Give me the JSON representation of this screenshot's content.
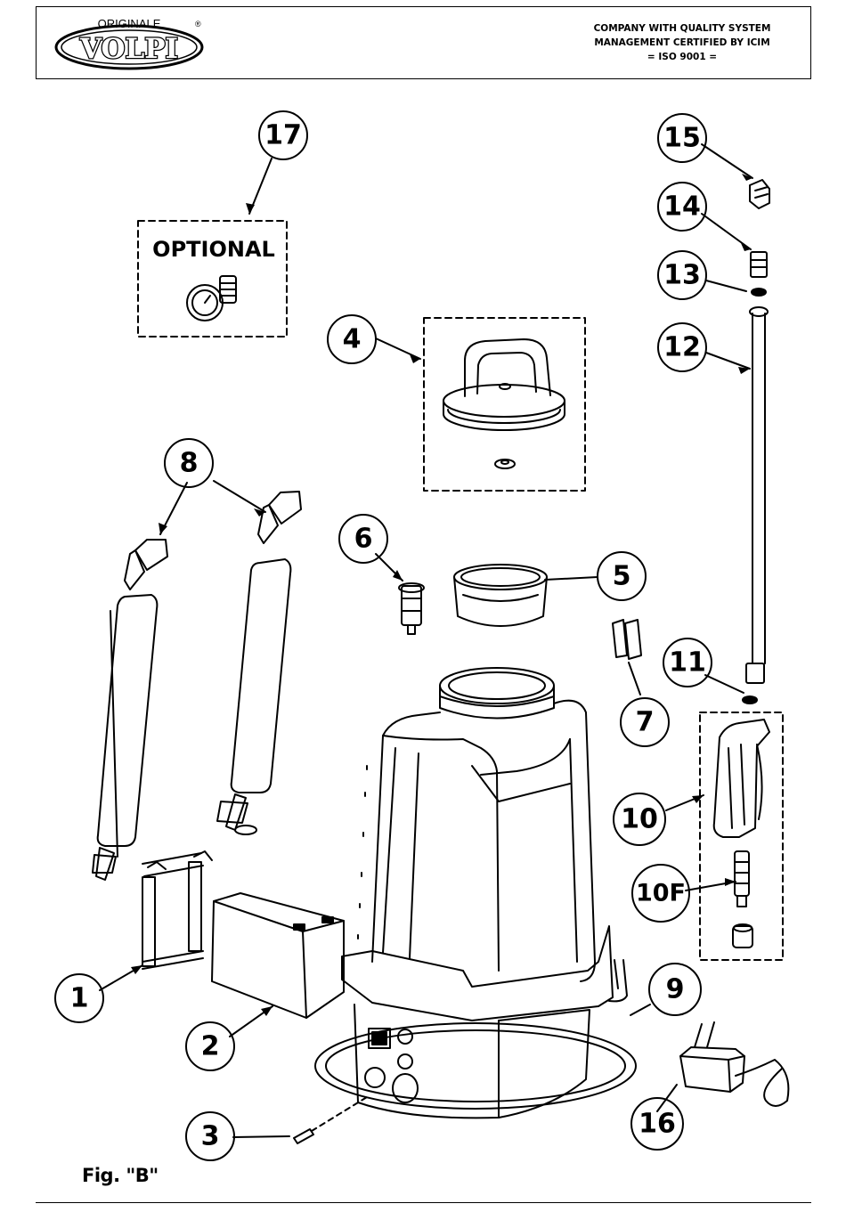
{
  "header": {
    "logo": {
      "top_word": "ORIGINALE",
      "brand": "VOLPI",
      "registered": "®"
    },
    "certification": [
      "COMPANY WITH QUALITY SYSTEM",
      "MANAGEMENT CERTIFIED BY ICIM",
      "= ISO 9001 ="
    ]
  },
  "diagram": {
    "optional_label": "OPTIONAL",
    "callouts": [
      "17",
      "15",
      "14",
      "13",
      "12",
      "4",
      "8",
      "6",
      "5",
      "11",
      "7",
      "10",
      "10F",
      "1",
      "2",
      "9",
      "16",
      "3"
    ]
  },
  "caption": "Fig. \"B\""
}
